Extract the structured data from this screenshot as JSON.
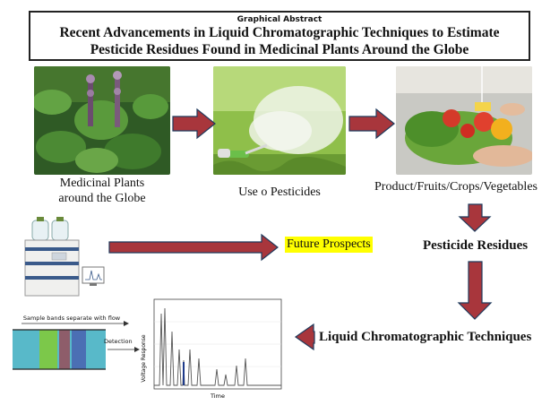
{
  "header": {
    "small_label": "Graphical Abstract",
    "title_line1": "Recent Advancements in Liquid Chromatographic Techniques to Estimate",
    "title_line2": "Pesticide Residues Found in Medicinal Plants Around the Globe"
  },
  "captions": {
    "plants_line1": "Medicinal Plants",
    "plants_line2": "around the Globe",
    "pesticides": "Use o Pesticides",
    "products": "Product/Fruits/Crops/Vegetables"
  },
  "labels": {
    "future": "Future Prospects",
    "residues": "Pesticide Residues",
    "lc": "Liquid Chromatographic Techniques"
  },
  "column_diagram": {
    "top_text": "Sample bands separate with flow",
    "detection": "Detection"
  },
  "chromatogram": {
    "xlabel": "Time",
    "ylabel": "Voltage Response"
  },
  "colors": {
    "arrow_fill": "#a8363c",
    "arrow_stroke": "#1f3a5c",
    "highlight": "#ffff00"
  }
}
